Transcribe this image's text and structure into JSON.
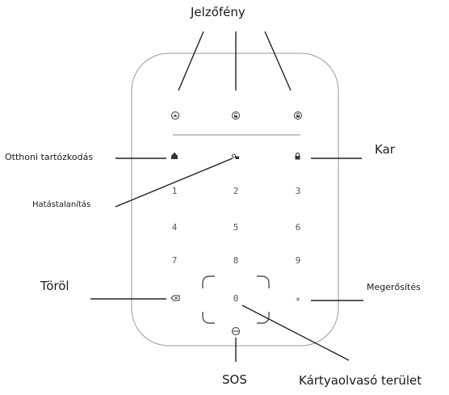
{
  "labels": {
    "indicator": "Jelzőfény",
    "arm": "Kar",
    "home_stay": "Otthoni tartózkodás",
    "disarm": "Hatástalanítás",
    "delete": "Töröl",
    "confirm": "Megerősítés",
    "sos": "SOS",
    "card_reader_area": "Kártyaolvasó terület"
  },
  "keypad": {
    "rows": [
      [
        "1",
        "2",
        "3"
      ],
      [
        "4",
        "5",
        "6"
      ],
      [
        "7",
        "8",
        "9"
      ]
    ],
    "zero": "0",
    "confirm_key": "*"
  },
  "icons": {
    "indicator_left": "home-led-icon",
    "indicator_center": "unlock-led-icon",
    "indicator_right": "lock-led-icon",
    "home_key": "home-icon",
    "disarm_key": "unlock-icon",
    "arm_key": "lock-icon",
    "delete_key": "backspace-icon",
    "sos_key": "sos-icon"
  }
}
